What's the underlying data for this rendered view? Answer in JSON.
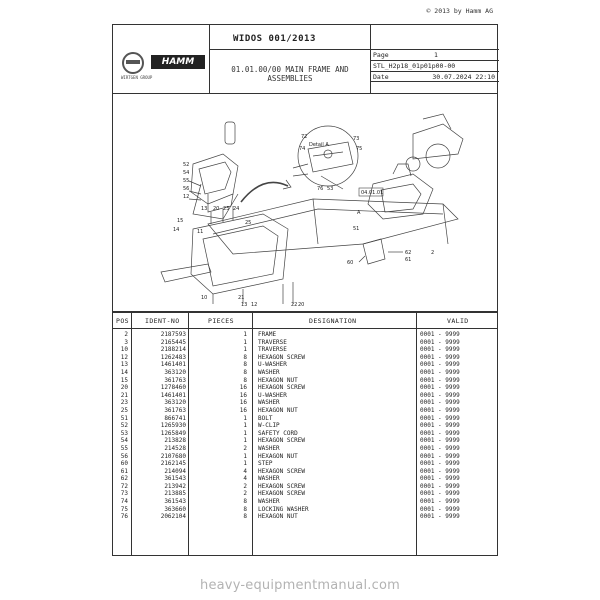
{
  "header": {
    "copyright": "© 2013 by Hamm AG",
    "title": "WIDOS 001/2013",
    "subtitle": "01.01.00/00 MAIN FRAME AND ASSEMBLIES",
    "logo_brand": "HAMM",
    "logo_group": "WIRTGEN GROUP",
    "page_label": "Page",
    "page_value": "1",
    "doc_code": "STL_H2p18_01p01p00-00",
    "date_label": "Date",
    "date_value": "30.07.2024  22:10"
  },
  "diagram": {
    "detail_label": "Detail A",
    "ref_label": "04.01.01",
    "callouts": [
      "72",
      "73",
      "74",
      "75",
      "76",
      "53",
      "52",
      "54",
      "55",
      "56",
      "12",
      "13",
      "20",
      "23",
      "24",
      "15",
      "14",
      "11",
      "25",
      "10",
      "21",
      "13",
      "12",
      "22",
      "20",
      "60",
      "62",
      "61",
      "51",
      "2",
      "A"
    ]
  },
  "table": {
    "columns": [
      "POS",
      "IDENT-NO",
      "PIECES",
      "DESIGNATION",
      "VALID"
    ],
    "rows": [
      {
        "pos": "2",
        "ident": "2187593",
        "pieces": "1",
        "designation": "FRAME",
        "valid": "0001 - 9999"
      },
      {
        "pos": "3",
        "ident": "2165445",
        "pieces": "1",
        "designation": "TRAVERSE",
        "valid": "0001 - 9999"
      },
      {
        "pos": "10",
        "ident": "2188214",
        "pieces": "1",
        "designation": "TRAVERSE",
        "valid": "0001 - 9999"
      },
      {
        "pos": "12",
        "ident": "1262483",
        "pieces": "8",
        "designation": "HEXAGON SCREW",
        "valid": "0001 - 9999"
      },
      {
        "pos": "13",
        "ident": "1461401",
        "pieces": "8",
        "designation": "U-WASHER",
        "valid": "0001 - 9999"
      },
      {
        "pos": "14",
        "ident": "363120",
        "pieces": "8",
        "designation": "WASHER",
        "valid": "0001 - 9999"
      },
      {
        "pos": "15",
        "ident": "361763",
        "pieces": "8",
        "designation": "HEXAGON NUT",
        "valid": "0001 - 9999"
      },
      {
        "pos": "20",
        "ident": "1278460",
        "pieces": "16",
        "designation": "HEXAGON SCREW",
        "valid": "0001 - 9999"
      },
      {
        "pos": "21",
        "ident": "1461401",
        "pieces": "16",
        "designation": "U-WASHER",
        "valid": "0001 - 9999"
      },
      {
        "pos": "23",
        "ident": "363120",
        "pieces": "16",
        "designation": "WASHER",
        "valid": "0001 - 9999"
      },
      {
        "pos": "25",
        "ident": "361763",
        "pieces": "16",
        "designation": "HEXAGON NUT",
        "valid": "0001 - 9999"
      },
      {
        "pos": "51",
        "ident": "866741",
        "pieces": "1",
        "designation": "BOLT",
        "valid": "0001 - 9999"
      },
      {
        "pos": "52",
        "ident": "1265930",
        "pieces": "1",
        "designation": "W-CLIP",
        "valid": "0001 - 9999"
      },
      {
        "pos": "53",
        "ident": "1265849",
        "pieces": "1",
        "designation": "SAFETY CORD",
        "valid": "0001 - 9999"
      },
      {
        "pos": "54",
        "ident": "213828",
        "pieces": "1",
        "designation": "HEXAGON SCREW",
        "valid": "0001 - 9999"
      },
      {
        "pos": "55",
        "ident": "214528",
        "pieces": "2",
        "designation": "WASHER",
        "valid": "0001 - 9999"
      },
      {
        "pos": "56",
        "ident": "2107680",
        "pieces": "1",
        "designation": "HEXAGON NUT",
        "valid": "0001 - 9999"
      },
      {
        "pos": "60",
        "ident": "2162145",
        "pieces": "1",
        "designation": "STEP",
        "valid": "0001 - 9999"
      },
      {
        "pos": "61",
        "ident": "214094",
        "pieces": "4",
        "designation": "HEXAGON SCREW",
        "valid": "0001 - 9999"
      },
      {
        "pos": "62",
        "ident": "361543",
        "pieces": "4",
        "designation": "WASHER",
        "valid": "0001 - 9999"
      },
      {
        "pos": "72",
        "ident": "213942",
        "pieces": "2",
        "designation": "HEXAGON SCREW",
        "valid": "0001 - 9999"
      },
      {
        "pos": "73",
        "ident": "213885",
        "pieces": "2",
        "designation": "HEXAGON SCREW",
        "valid": "0001 - 9999"
      },
      {
        "pos": "74",
        "ident": "361543",
        "pieces": "8",
        "designation": "WASHER",
        "valid": "0001 - 9999"
      },
      {
        "pos": "75",
        "ident": "363660",
        "pieces": "8",
        "designation": "LOCKING WASHER",
        "valid": "0001 - 9999"
      },
      {
        "pos": "76",
        "ident": "2062104",
        "pieces": "8",
        "designation": "HEXAGON NUT",
        "valid": "0001 - 9999"
      }
    ]
  },
  "footer": {
    "watermark": "heavy-equipmentmanual.com"
  }
}
